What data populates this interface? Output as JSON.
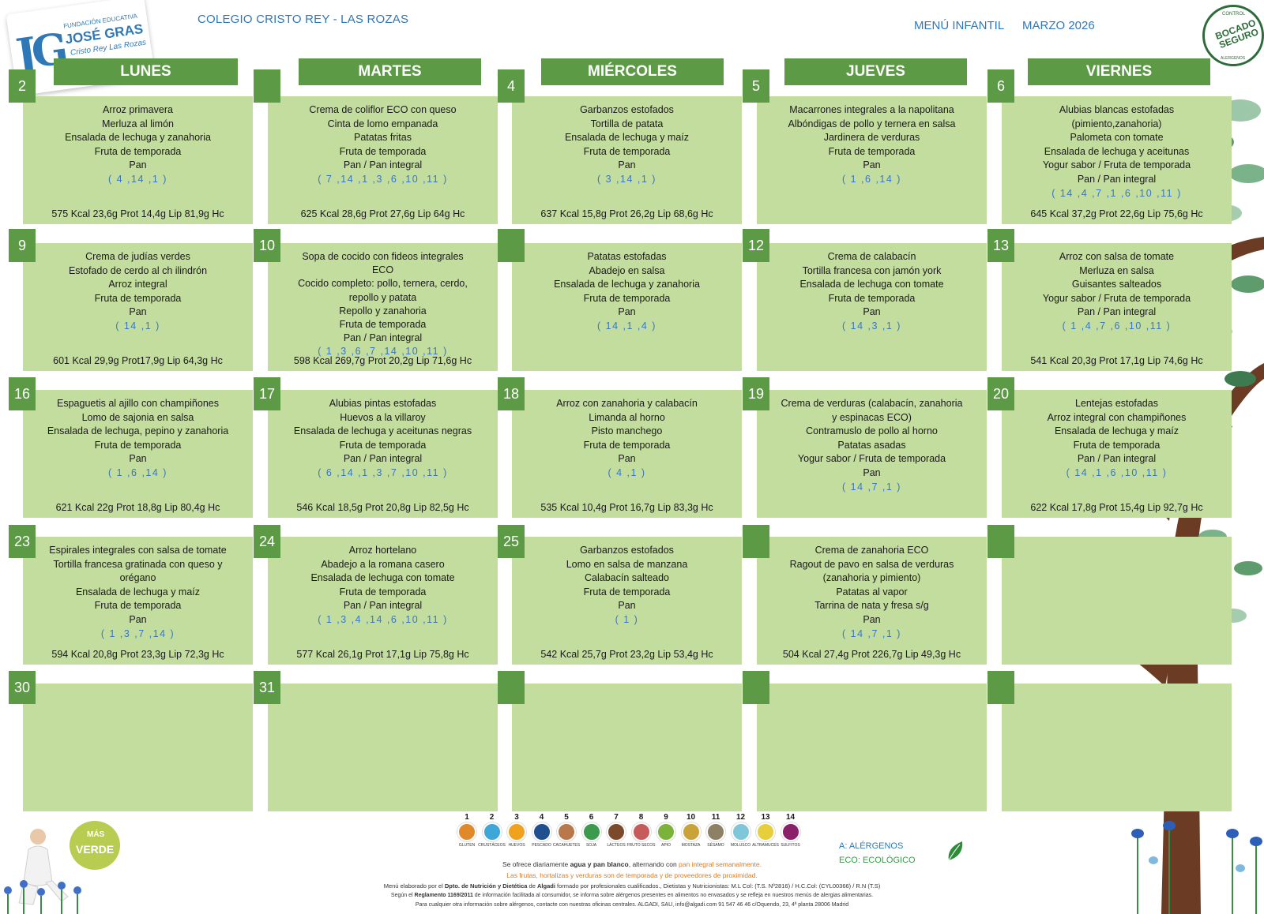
{
  "header": {
    "school": "COLEGIO CRISTO REY  - LAS ROZAS",
    "menu_type": "MENÚ INFANTIL",
    "month": "MARZO 2026",
    "logo": {
      "foundation": "FUNDACIÓN EDUCATIVA",
      "name": "JOSÉ GRAS",
      "sub": "Cristo Rey Las Rozas",
      "mark": "JG"
    },
    "seal": {
      "top": "CONTROL",
      "main": "BOCADO SEGURO",
      "bottom": "ALERGENOS"
    }
  },
  "days": [
    "LUNES",
    "MARTES",
    "MIÉRCOLES",
    "JUEVES",
    "VIERNES"
  ],
  "weeks": [
    [
      {
        "num": "2",
        "dishes": [
          "Arroz primavera",
          "Merluza al limón",
          "Ensalada de lechuga y zanahoria",
          "Fruta de temporada",
          "Pan"
        ],
        "allergens": "( 4 ,14 ,1 )",
        "nutrition": "575 Kcal 23,6g Prot 14,4g Lip 81,9g Hc"
      },
      {
        "num": "",
        "dishes": [
          "Crema de coliflor ECO con queso",
          "Cinta de lomo empanada",
          "Patatas fritas",
          "Fruta de temporada",
          "Pan / Pan integral"
        ],
        "allergens": "( 7 ,14 ,1 ,3 ,6 ,10 ,11 )",
        "nutrition": "625 Kcal 28,6g Prot 27,6g Lip 64g Hc"
      },
      {
        "num": "4",
        "dishes": [
          "Garbanzos estofados",
          "Tortilla de patata",
          "Ensalada de lechuga y maíz",
          "Fruta de temporada",
          "Pan"
        ],
        "allergens": "( 3 ,14 ,1 )",
        "nutrition": "637 Kcal 15,8g Prot 26,2g Lip 68,6g Hc"
      },
      {
        "num": "5",
        "dishes": [
          "Macarrones integrales a la napolitana",
          "Albóndigas de pollo y ternera en salsa",
          "Jardinera de verduras",
          "Fruta de temporada",
          "Pan"
        ],
        "allergens": "( 1 ,6 ,14 )",
        "nutrition": ""
      },
      {
        "num": "6",
        "dishes": [
          "Alubias blancas estofadas",
          "(pimiento,zanahoria)",
          "Palometa con tomate",
          "Ensalada de lechuga y aceitunas",
          "Yogur sabor / Fruta de temporada",
          "Pan / Pan integral"
        ],
        "allergens": "( 14 ,4 ,7 ,1 ,6 ,10 ,11 )",
        "nutrition": "645 Kcal 37,2g Prot 22,6g Lip 75,6g Hc"
      }
    ],
    [
      {
        "num": "9",
        "dishes": [
          "Crema de judías verdes",
          "Estofado de cerdo al ch  ilindrón",
          "Arroz integral",
          "Fruta de temporada",
          "Pan"
        ],
        "allergens": "( 14 ,1 )",
        "nutrition": "601 Kcal 29,9g Prot17,9g Lip 64,3g Hc"
      },
      {
        "num": "10",
        "dishes": [
          "Sopa de cocido con fideos integrales",
          "ECO",
          "Cocido completo: pollo, ternera, cerdo,",
          "repollo y patata",
          "Repollo y zanahoria",
          "Fruta de temporada",
          "Pan / Pan integral"
        ],
        "allergens": "( 1 ,3 ,6 ,7 ,14 ,10 ,11 )",
        "nutrition": "598 Kcal 269,7g Prot 20,2g Lip 71,6g Hc"
      },
      {
        "num": "",
        "dishes": [
          "Patatas estofadas",
          "Abadejo en salsa",
          "Ensalada de lechuga y zanahoria",
          "Fruta de temporada",
          "Pan"
        ],
        "allergens": "( 14 ,1 ,4 )",
        "nutrition": ""
      },
      {
        "num": "12",
        "dishes": [
          "Crema de calabacín",
          "Tortilla francesa con jamón york",
          "Ensalada de lechuga con tomate",
          "Fruta de temporada",
          "Pan"
        ],
        "allergens": "( 14 ,3 ,1 )",
        "nutrition": ""
      },
      {
        "num": "13",
        "dishes": [
          "Arroz con salsa de tomate",
          "Merluza en salsa",
          "Guisantes salteados",
          "Yogur sabor / Fruta de temporada",
          "Pan / Pan integral"
        ],
        "allergens": "( 1 ,4 ,7 ,6 ,10 ,11 )",
        "nutrition": "541 Kcal 20,3g Prot 17,1g Lip 74,6g Hc"
      }
    ],
    [
      {
        "num": "16",
        "dishes": [
          "Espaguetis al ajillo con champiñones",
          "Lomo de sajonia en salsa",
          "Ensalada de lechuga, pepino y zanahoria",
          "Fruta de temporada",
          "Pan"
        ],
        "allergens": "( 1 ,6 ,14 )",
        "nutrition": "621 Kcal 22g Prot 18,8g Lip 80,4g Hc"
      },
      {
        "num": "17",
        "dishes": [
          "Alubias pintas estofadas",
          "Huevos a la villaroy",
          "Ensalada de lechuga y aceitunas negras",
          "Fruta de temporada",
          "Pan / Pan integral"
        ],
        "allergens": "( 6 ,14 ,1 ,3 ,7 ,10 ,11 )",
        "nutrition": "546 Kcal 18,5g Prot 20,8g Lip 82,5g Hc"
      },
      {
        "num": "18",
        "dishes": [
          "Arroz con zanahoria y calabacín",
          "Limanda al horno",
          "Pisto manchego",
          "Fruta de temporada",
          "Pan"
        ],
        "allergens": "( 4 ,1 )",
        "nutrition": "535 Kcal 10,4g Prot 16,7g Lip 83,3g Hc"
      },
      {
        "num": "19",
        "dishes": [
          "Crema de verduras (calabacín, zanahoria",
          "y espinacas ECO)",
          "Contramuslo de pollo al horno",
          "Patatas asadas",
          "Yogur sabor / Fruta de temporada",
          "Pan"
        ],
        "allergens": "( 14 ,7 ,1 )",
        "nutrition": ""
      },
      {
        "num": "20",
        "dishes": [
          "Lentejas estofadas",
          "Arroz integral con champiñones",
          "Ensalada de lechuga y maíz",
          "Fruta de temporada",
          "Pan / Pan integral"
        ],
        "allergens": "( 14 ,1 ,6 ,10 ,11 )",
        "nutrition": "622 Kcal 17,8g Prot 15,4g Lip 92,7g Hc"
      }
    ],
    [
      {
        "num": "23",
        "dishes": [
          "Espirales integrales con salsa de tomate",
          "Tortilla francesa gratinada con queso y",
          "orégano",
          "Ensalada de lechuga y maíz",
          "Fruta de temporada",
          "Pan"
        ],
        "allergens": "( 1 ,3 ,7 ,14 )",
        "nutrition": "594 Kcal 20,8g Prot 23,3g Lip 72,3g Hc"
      },
      {
        "num": "24",
        "dishes": [
          "Arroz hortelano",
          "Abadejo a la romana casero",
          "Ensalada de lechuga con tomate",
          "Fruta de temporada",
          "Pan / Pan integral"
        ],
        "allergens": "( 1 ,3 ,4 ,14 ,6 ,10 ,11 )",
        "nutrition": "577 Kcal 26,1g Prot 17,1g Lip 75,8g Hc"
      },
      {
        "num": "25",
        "dishes": [
          "Garbanzos estofados",
          "Lomo en salsa de manzana",
          "Calabacín salteado",
          "Fruta de temporada",
          "Pan"
        ],
        "allergens": "( 1 )",
        "nutrition": "542 Kcal 25,7g Prot 23,2g Lip 53,4g Hc"
      },
      {
        "num": "",
        "dishes": [
          "Crema de zanahoria ECO",
          "Ragout de pavo en salsa de verduras",
          "(zanahoria y pimiento)",
          "Patatas al vapor",
          "Tarrina de nata y fresa s/g",
          "Pan"
        ],
        "allergens": "( 14 ,7 ,1 )",
        "nutrition": "504 Kcal 27,4g Prot 226,7g Lip 49,3g Hc"
      },
      {
        "num": "",
        "dishes": [],
        "allergens": "",
        "nutrition": ""
      }
    ],
    [
      {
        "num": "30",
        "dishes": [],
        "allergens": "",
        "nutrition": ""
      },
      {
        "num": "31",
        "dishes": [],
        "allergens": "",
        "nutrition": ""
      },
      {
        "num": "",
        "dishes": [],
        "allergens": "",
        "nutrition": ""
      },
      {
        "num": "",
        "dishes": [],
        "allergens": "",
        "nutrition": ""
      },
      {
        "num": "",
        "dishes": [],
        "allergens": "",
        "nutrition": ""
      }
    ]
  ],
  "allergens_legend": [
    {
      "n": "1",
      "label": "GLUTEN",
      "color": "#e0892a",
      "icon": "wheat-icon"
    },
    {
      "n": "2",
      "label": "CRUSTÁCEOS",
      "color": "#3fa6d8",
      "icon": "crab-icon"
    },
    {
      "n": "3",
      "label": "HUEVOS",
      "color": "#f0a21e",
      "icon": "egg-icon"
    },
    {
      "n": "4",
      "label": "PESCADO",
      "color": "#1f4f8f",
      "icon": "fish-icon"
    },
    {
      "n": "5",
      "label": "CACAHUETES",
      "color": "#b9784a",
      "icon": "peanut-icon"
    },
    {
      "n": "6",
      "label": "SOJA",
      "color": "#3b9a4d",
      "icon": "soy-icon"
    },
    {
      "n": "7",
      "label": "LÁCTEOS",
      "color": "#7a4a2a",
      "icon": "milk-icon"
    },
    {
      "n": "8",
      "label": "FRUTO SECOS",
      "color": "#c75a5a",
      "icon": "nut-icon"
    },
    {
      "n": "9",
      "label": "APIO",
      "color": "#7bb23a",
      "icon": "celery-icon"
    },
    {
      "n": "10",
      "label": "MOSTAZA",
      "color": "#c9a23a",
      "icon": "mustard-icon"
    },
    {
      "n": "11",
      "label": "SÉSAMO",
      "color": "#8c8065",
      "icon": "sesame-icon"
    },
    {
      "n": "12",
      "label": "MOLUSCO",
      "color": "#7fc7d8",
      "icon": "shell-icon"
    },
    {
      "n": "13",
      "label": "ALTRAMUCES",
      "color": "#e6cf3a",
      "icon": "lupin-icon"
    },
    {
      "n": "14",
      "label": "SULFITOS",
      "color": "#8a1f6a",
      "icon": "sulfite-icon"
    }
  ],
  "legend": {
    "a": "A: ALÉRGENOS",
    "eco": "ECO: ECOLÓGICO"
  },
  "brand": {
    "masverde_mas": "MÁS",
    "masverde_verde": "VERDE"
  },
  "colors": {
    "cell": "#c3dd9e",
    "header": "#5d9a45",
    "blue": "#2f78b8",
    "allergen_text": "#3a76c0"
  },
  "footer": {
    "line1_a": "Se ofrece diariamente ",
    "line1_b": "agua y pan blanco",
    "line1_c": ", alternando con ",
    "line1_d": "pan integral semanalmente.",
    "line2": "Las frutas, hortalizas y verduras son de temporada y de proveedores de proximidad.",
    "line3_a": "Menú elaborado por el ",
    "line3_b": "Dpto. de Nutrición y Dietética",
    "line3_c": " de ",
    "line3_d": "Algadi",
    "line3_e": " formado por profesionales cualificados., Dietistas y Nutricionistas: M.L Col: (T.S. Nº2816) / H.C.Col: (CYL00366) / R.N (T.S)",
    "line4_a": "Según el ",
    "line4_b": "Reglamento 1169/2011",
    "line4_c": " de información facilitada al consumidor, se informa sobre alérgenos presentes en alimentos no envasados y se refleja en nuestros menús de alergias alimentarias.",
    "line5": "Para cualquier otra información sobre alérgenos, contacte con nuestras oficinas centrales. ALGADI, SAU,  info@algadi.com  91 547 46 46 c/Oquendo, 23, 4ª planta 28006 Madrid"
  }
}
